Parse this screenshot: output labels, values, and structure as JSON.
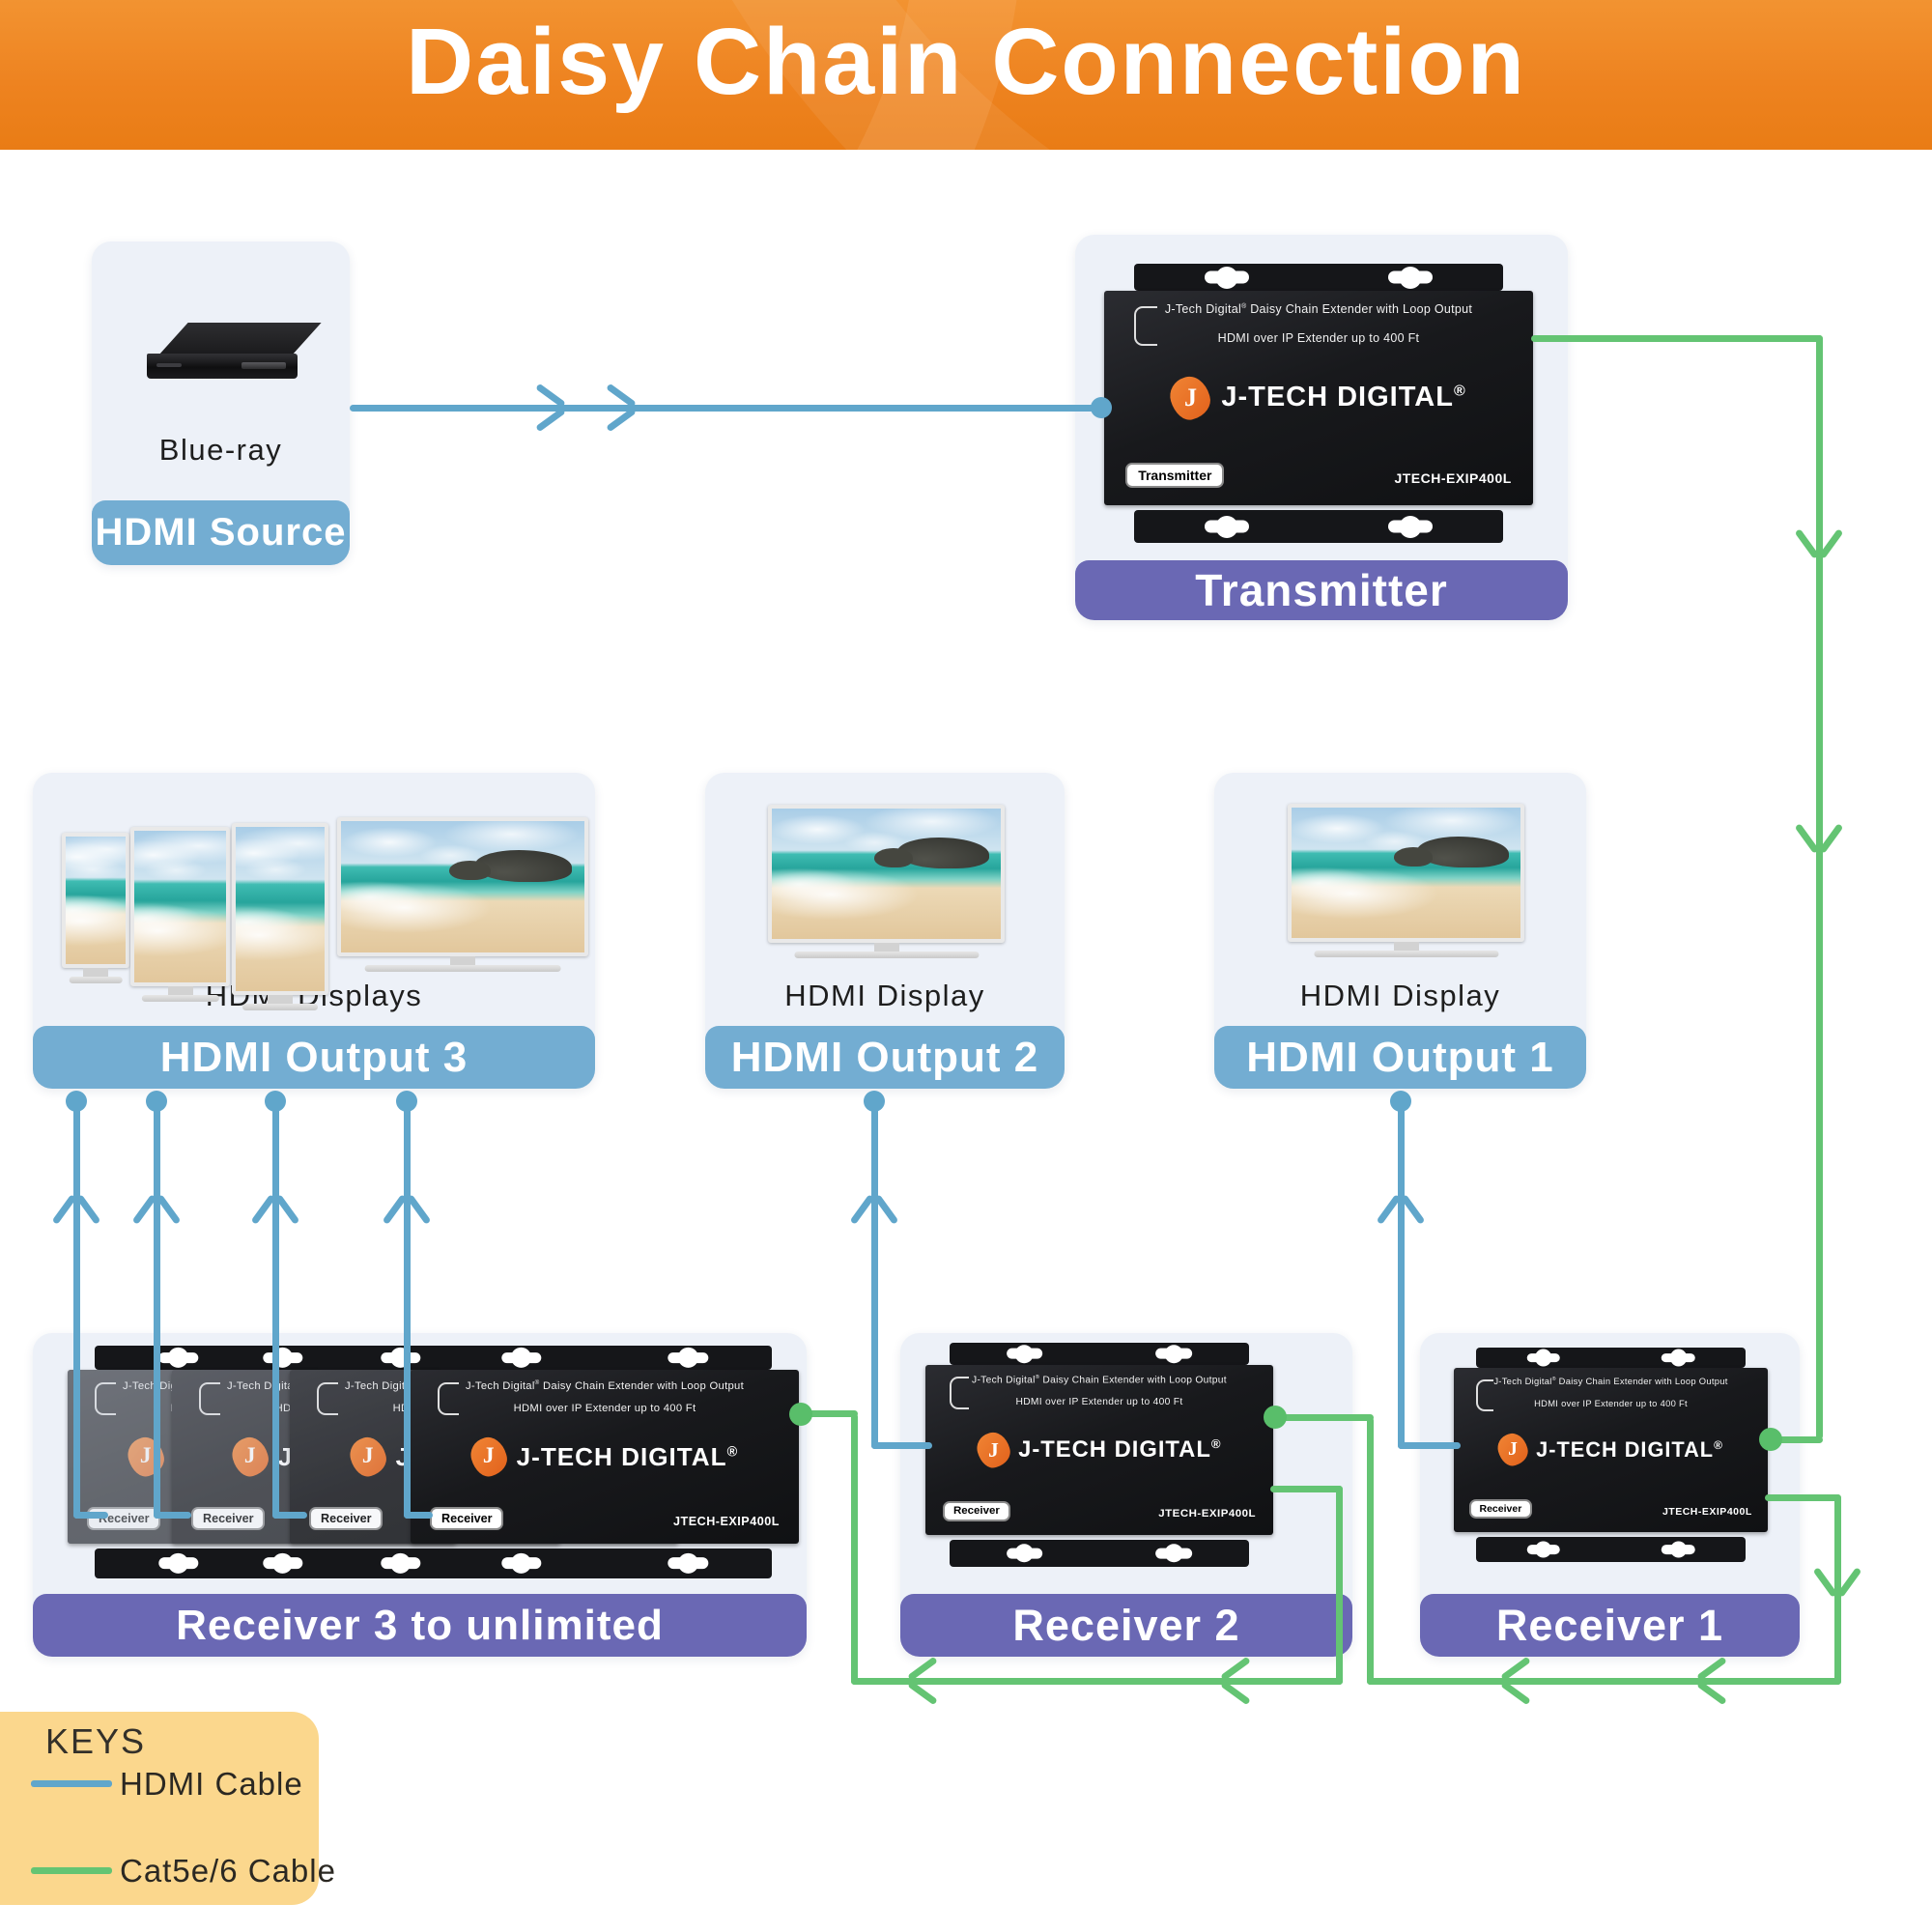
{
  "header": {
    "title": "Daisy Chain Connection"
  },
  "source": {
    "label": "Blue-ray",
    "banner": "HDMI Source"
  },
  "transmitter": {
    "banner": "Transmitter",
    "tag": "Transmitter"
  },
  "receiver": {
    "tag": "Receiver"
  },
  "device": {
    "line1_pre": "J-Tech Digital",
    "reg": "®",
    "line1_post": " Daisy Chain Extender with Loop Output",
    "line2": "HDMI over IP Extender up to 400 Ft",
    "brand": "J-TECH DIGITAL",
    "logo_letter": "J",
    "model": "JTECH-EXIP400L"
  },
  "outputs": {
    "o3": {
      "label": "HDMI Displays",
      "banner": "HDMI Output 3"
    },
    "o2": {
      "label": "HDMI Display",
      "banner": "HDMI Output 2"
    },
    "o1": {
      "label": "HDMI Display",
      "banner": "HDMI Output 1"
    }
  },
  "receivers": {
    "r3": {
      "banner": "Receiver 3 to unlimited"
    },
    "r2": {
      "banner": "Receiver 2"
    },
    "r1": {
      "banner": "Receiver 1"
    }
  },
  "keys": {
    "title": "KEYS",
    "hdmi_label": "HDMI Cable",
    "cat_label": "Cat5e/6 Cable"
  },
  "colors": {
    "header_orange": "#ee8320",
    "banner_blue": "#73add2",
    "banner_purple": "#6a68b4",
    "cable_blue": "#60a6cb",
    "cable_green": "#64c473",
    "keys_bg": "#fbd78d"
  }
}
